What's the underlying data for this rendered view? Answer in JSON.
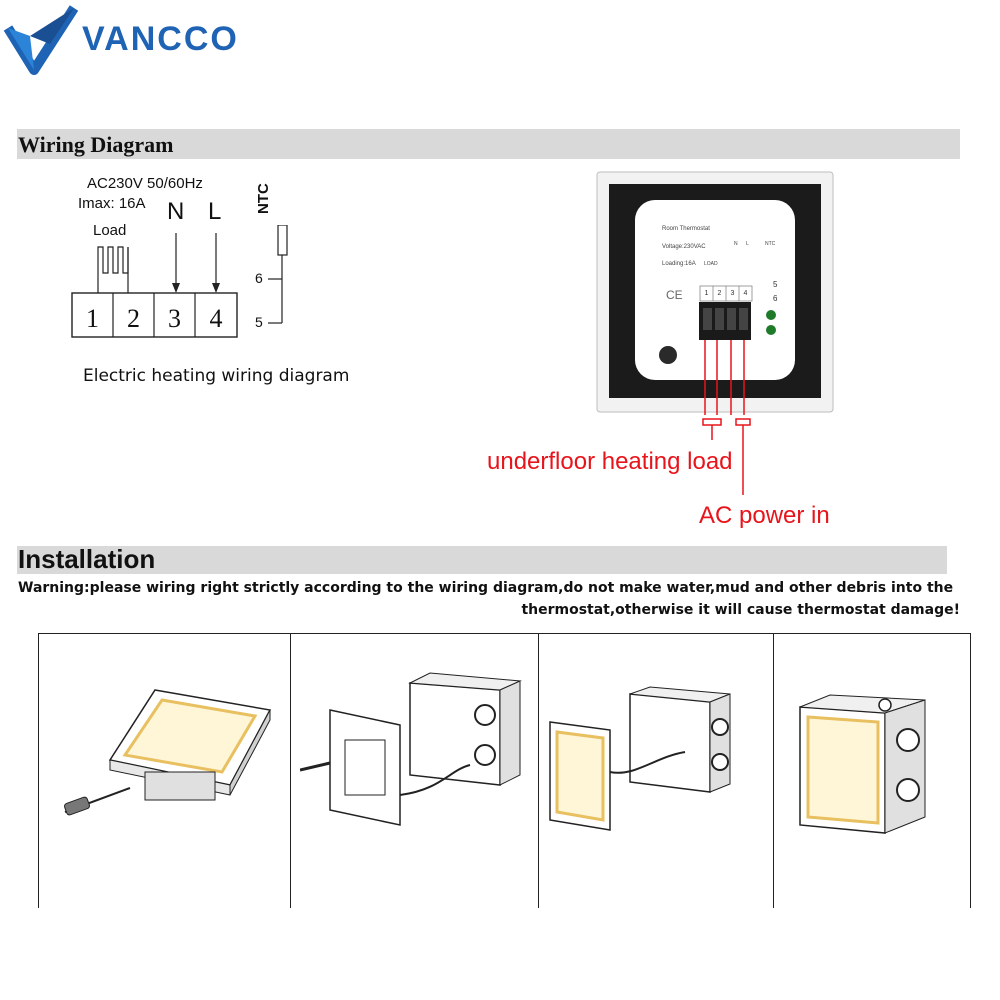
{
  "brand": {
    "name": "VANCCO",
    "color": "#1f63b4"
  },
  "wiring": {
    "heading": "Wiring Diagram",
    "supply": "AC230V 50/60Hz",
    "imax": "Imax: 16A",
    "load_label": "Load",
    "n_label": "N",
    "l_label": "L",
    "ntc_label": "NTC",
    "terminals": [
      "1",
      "2",
      "3",
      "4"
    ],
    "ntc_pins": [
      "6",
      "5"
    ],
    "caption": "Electric heating wiring diagram"
  },
  "device": {
    "line1": "Room Thermostat",
    "line2": "Voltage:230VAC",
    "line3": "Loading:16A",
    "load_tag": "LOAD",
    "n_tag": "N",
    "l_tag": "L",
    "ntc_tag": "NTC",
    "terminals": [
      "1",
      "2",
      "3",
      "4"
    ],
    "ntc_pins": [
      "5",
      "6"
    ],
    "ce": "CE"
  },
  "callouts": {
    "load": "underfloor heating load",
    "power": "AC power in",
    "color": "#e8141b"
  },
  "install": {
    "heading": "Installation",
    "warning_line1": "Warning:please wiring right strictly according to the wiring diagram,do not make water,mud and other debris into the",
    "warning_line2": "thermostat,otherwise it will cause thermostat damage!"
  }
}
